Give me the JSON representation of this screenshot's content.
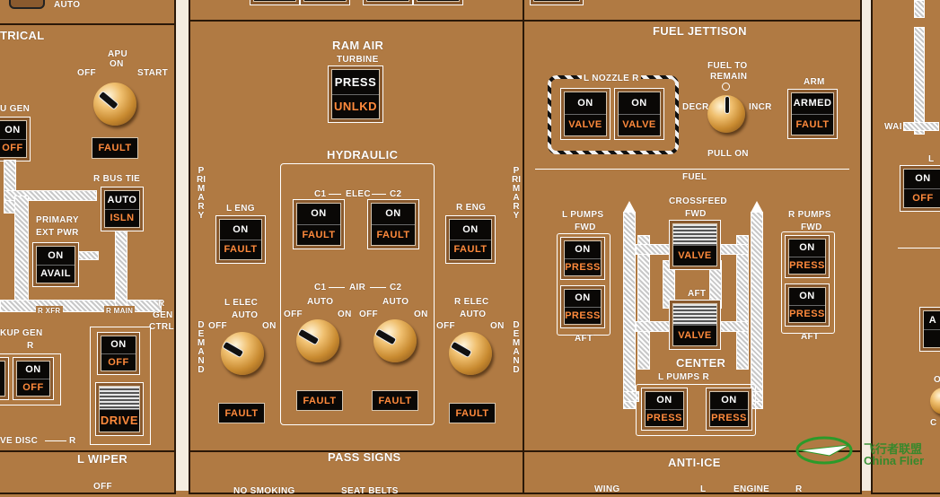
{
  "left_panel": {
    "auto": "AUTO",
    "electrical_title": "TRICAL",
    "apu": "APU",
    "apu_on": "ON",
    "apu_off": "OFF",
    "apu_start": "START",
    "apu_fault": "FAULT",
    "apu_gen_label": "U GEN",
    "apu_gen_on": "ON",
    "apu_gen_off": "OFF",
    "r_bus_tie": "R BUS TIE",
    "bus_tie_auto": "AUTO",
    "bus_tie_isln": "ISLN",
    "primary_ext_pwr_1": "PRIMARY",
    "primary_ext_pwr_2": "EXT PWR",
    "ext_on": "ON",
    "ext_avail": "AVAIL",
    "r_xfr": "R XFR",
    "r_main": "R MAIN",
    "r_gen_ctrl_1": "R",
    "r_gen_ctrl_2": "GEN",
    "r_gen_ctrl_3": "CTRL",
    "backup_gen": "KUP  GEN",
    "backup_r": "R",
    "backup_on": "ON",
    "backup_off": "OFF",
    "gen_ctrl_on": "ON",
    "gen_ctrl_off": "OFF",
    "drive": "DRIVE",
    "drive_disc": "VE DISC",
    "drive_disc_r": "R",
    "l_wiper": "L WIPER",
    "wiper_off": "OFF"
  },
  "hydraulic_panel": {
    "ram_air_1": "RAM AIR",
    "ram_air_2": "TURBINE",
    "press": "PRESS",
    "unlkd": "UNLKD",
    "hydraulic": "HYDRAULIC",
    "primary": "PRIMARY",
    "l_eng": "L ENG",
    "r_eng": "R ENG",
    "on": "ON",
    "fault": "FAULT",
    "c1": "C1",
    "c2": "C2",
    "elec": "ELEC",
    "air": "AIR",
    "l_elec": "L ELEC",
    "r_elec": "R ELEC",
    "auto": "AUTO",
    "off": "OFF",
    "demand": "DEMAND",
    "pass_signs": "PASS SIGNS",
    "no_smoking": "NO SMOKING",
    "seat_belts": "SEAT BELTS"
  },
  "fuel_panel": {
    "fuel_jettison": "FUEL JETTISON",
    "nozzle": "L  NOZZLE  R",
    "on": "ON",
    "valve": "VALVE",
    "fuel_to_remain_1": "FUEL TO",
    "fuel_to_remain_2": "REMAIN",
    "decr": "DECR",
    "incr": "INCR",
    "pull_on": "PULL ON",
    "arm": "ARM",
    "armed": "ARMED",
    "fault": "FAULT",
    "fuel": "FUEL",
    "l_pumps": "L PUMPS",
    "r_pumps": "R PUMPS",
    "fwd": "FWD",
    "aft": "AFT",
    "crossfeed": "CROSSFEED",
    "press": "PRESS",
    "center": "CENTER",
    "pumps": "L    PUMPS    R",
    "anti_ice": "ANTI-ICE",
    "wing": "WING",
    "engine": "ENGINE",
    "l": "L",
    "r": "R"
  },
  "right_panel": {
    "wai": "WAI",
    "l": "L",
    "on": "ON",
    "off": "OFF",
    "a": "A",
    "o": "O",
    "c": "C"
  },
  "watermark": {
    "cn": "飞行者联盟",
    "en": "China Flier"
  }
}
